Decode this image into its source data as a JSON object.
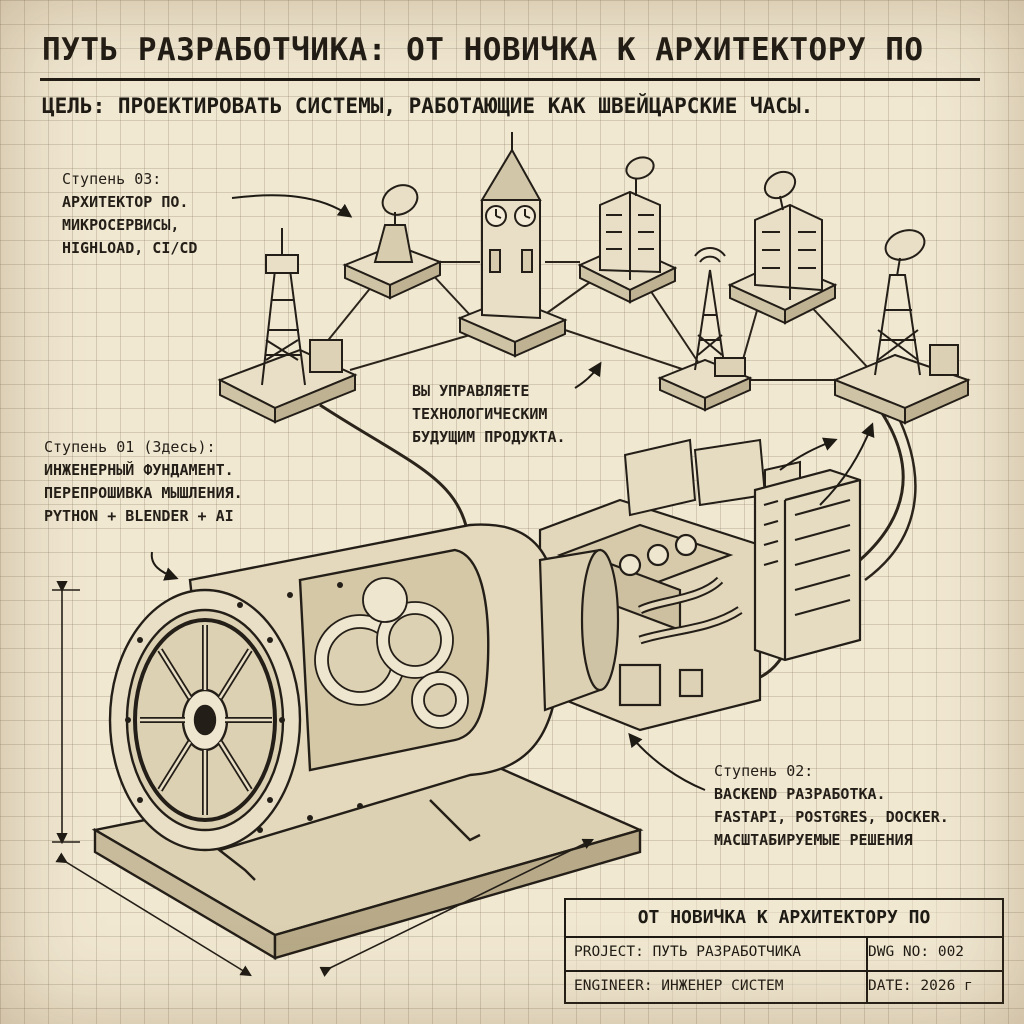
{
  "header": {
    "title": "ПУТЬ РАЗРАБОТЧИКА: ОТ НОВИЧКА К АРХИТЕКТОРУ ПО",
    "subtitle": "ЦЕЛЬ: ПРОЕКТИРОВАТЬ СИСТЕМЫ, РАБОТАЮЩИЕ КАК ШВЕЙЦАРСКИЕ ЧАСЫ."
  },
  "stages": {
    "stage3": {
      "heading": "Ступень 03:",
      "lines": [
        "АРХИТЕКТОР ПО.",
        "МИКРОСЕРВИСЫ,",
        "HIGHLOAD, CI/CD"
      ]
    },
    "stage1": {
      "heading": "Ступень 01 (Здесь):",
      "lines": [
        "ИНЖЕНЕРНЫЙ ФУНДАМЕНТ.",
        "ПЕРЕПРОШИВКА МЫШЛЕНИЯ.",
        "PYTHON + BLENDER + AI"
      ]
    },
    "stage2": {
      "heading": "Ступень 02:",
      "lines": [
        "BACKEND РАЗРАБОТКА.",
        "FASTAPI, POSTGRES, DOCKER.",
        "МАСШТАБИРУЕМЫЕ РЕШЕНИЯ"
      ]
    }
  },
  "note": {
    "lines": [
      "ВЫ УПРАВЛЯЕТЕ",
      "ТЕХНОЛОГИЧЕСКИМ",
      "БУДУЩИМ ПРОДУКТА."
    ]
  },
  "title_block": {
    "title": "ОТ НОВИЧКА К АРХИТЕКТОРУ ПО",
    "project": "PROJECT: ПУТЬ РАЗРАБОТЧИКА",
    "dwg_no": "DWG NO: 002",
    "engineer": "ENGINEER: ИНЖЕНЕР СИСТЕМ",
    "date": "DATE: 2026 г"
  },
  "colors": {
    "paper": "#f1e8d2",
    "ink": "#1e1a14",
    "grid": "#c9bda3"
  }
}
